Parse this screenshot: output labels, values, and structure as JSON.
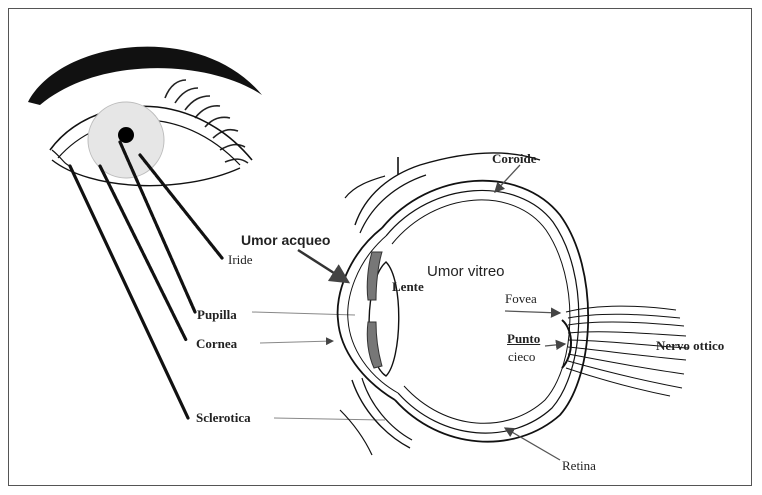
{
  "labels": {
    "iride": "Iride",
    "pupilla": "Pupilla",
    "cornea": "Cornea",
    "sclerotica": "Sclerotica",
    "umor_acqueo": "Umor acqueo",
    "umor_vitreo": "Umor vitreo",
    "lente": "Lente",
    "coroide": "Coroide",
    "fovea": "Fovea",
    "punto_cieco_line1": "Punto",
    "punto_cieco_line2": "cieco",
    "nervo_ottico": "Nervo ottico",
    "retina": "Retina"
  },
  "colors": {
    "ink": "#111111",
    "iris_fill": "#e6e6e6",
    "lens_bar": "#777777",
    "pointer": "#555555"
  }
}
